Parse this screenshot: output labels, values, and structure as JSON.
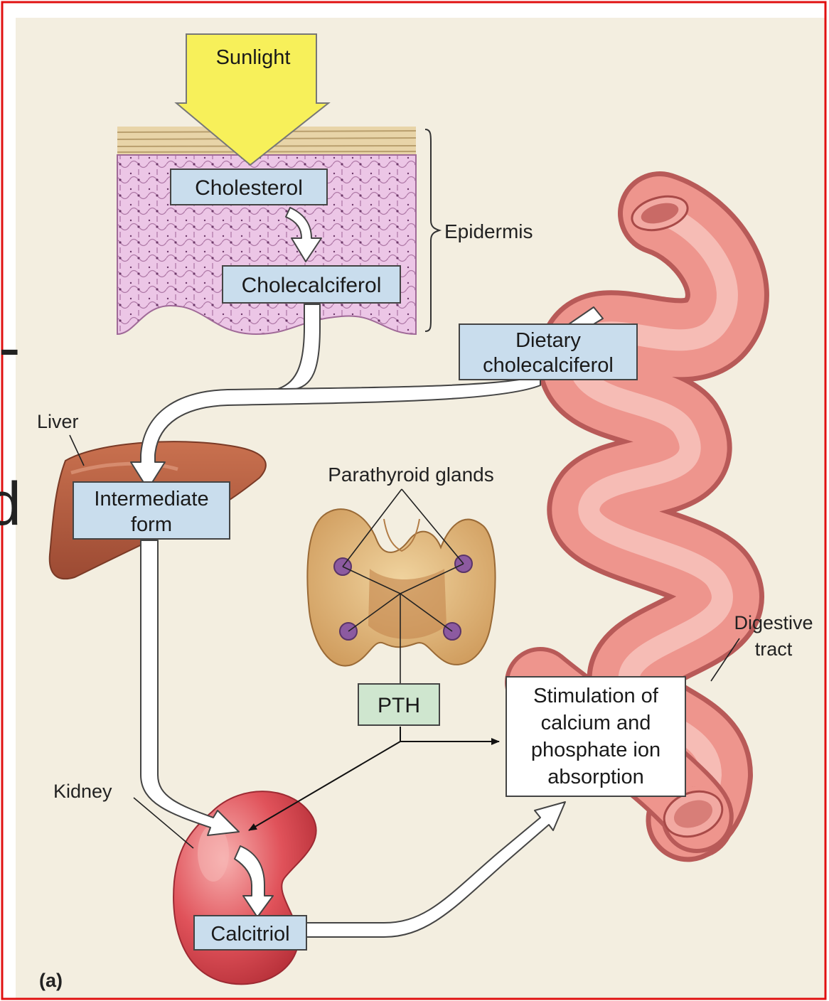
{
  "figure_label": "(a)",
  "left_edge_fragments": [
    "-",
    "d"
  ],
  "labels": {
    "sunlight": "Sunlight",
    "epidermis": "Epidermis",
    "liver": "Liver",
    "kidney": "Kidney",
    "parathyroid_glands": "Parathyroid glands",
    "digestive_tract_line1": "Digestive",
    "digestive_tract_line2": "tract"
  },
  "boxes": {
    "cholesterol": "Cholesterol",
    "cholecalciferol": "Cholecalciferol",
    "dietary_line1": "Dietary",
    "dietary_line2": "cholecalciferol",
    "intermediate_line1": "Intermediate",
    "intermediate_line2": "form",
    "pth": "PTH",
    "stimulation_line1": "Stimulation of",
    "stimulation_line2": "calcium and",
    "stimulation_line3": "phosphate ion",
    "stimulation_line4": "absorption",
    "calcitriol": "Calcitriol"
  },
  "colors": {
    "frame_border": "#e01010",
    "panel_bg": "#f3eee0",
    "box_blue": "#c9dded",
    "box_green": "#cfe6cf",
    "sunlight_arrow": "#f7f05a",
    "skin_pink": "#ecc3e4",
    "organ_brown": "#b65e44",
    "kidney_red": "#e0525a",
    "intestine_pink": "#ee958d",
    "thyroid_tan": "#e3b980",
    "gland_purple": "#8c5aa0"
  }
}
